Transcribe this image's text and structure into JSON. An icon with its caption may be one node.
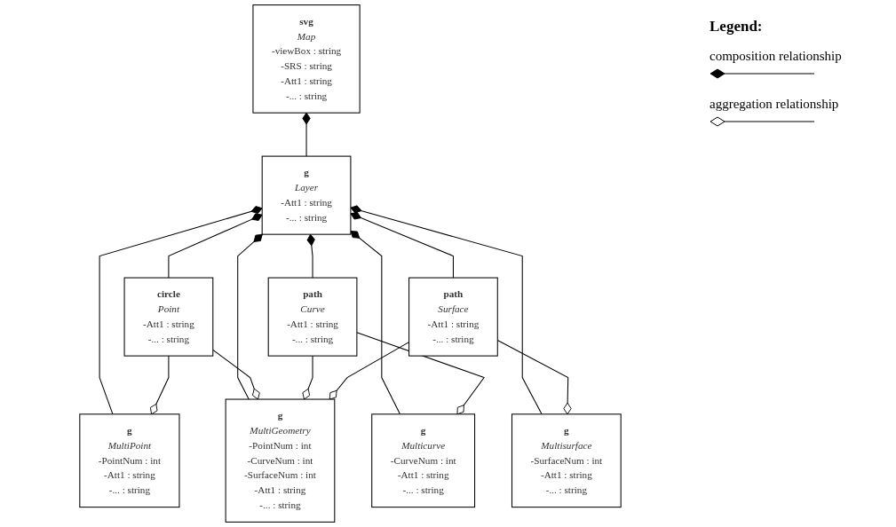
{
  "diagram": {
    "nodes": [
      {
        "text": [
          "svg",
          "Map",
          "-viewBox : string",
          "-SRS : string",
          "-Att1 : string",
          "-... : string"
        ]
      },
      {
        "text": [
          "g",
          "Layer",
          "-Att1 : string",
          "-... : string"
        ]
      },
      {
        "text": [
          "circle",
          "Point",
          "-Att1 : string",
          "-... : string"
        ]
      },
      {
        "text": [
          "path",
          "Curve",
          "-Att1 : string",
          "-... : string"
        ]
      },
      {
        "text": [
          "path",
          "Surface",
          "-Att1 : string",
          "-... : string"
        ]
      },
      {
        "text": [
          "g",
          "Multisurface",
          "-SurfaceNum : int",
          "-Att1 : string",
          "-... : string"
        ]
      },
      {
        "text": [
          "g",
          "MultiPoint",
          "-PointNum : int",
          "-Att1 : string",
          "-... : string"
        ]
      },
      {
        "text": [
          "g",
          "Multicurve",
          "-CurveNum : int",
          "-Att1 : string",
          "-... : string"
        ]
      },
      {
        "text": [
          "g",
          "MultiGeometry",
          "-PointNum : int",
          "-CurveNum : int",
          "-SurfaceNum : int",
          "-Att1 : string",
          "-... : string"
        ]
      }
    ],
    "edges": [
      {
        "from": 0,
        "to": 1,
        "arrow": "other"
      },
      {
        "from": 1,
        "to": 2,
        "arrow": "other"
      },
      {
        "from": 1,
        "to": 6,
        "arrow": "other"
      },
      {
        "from": 1,
        "to": 3,
        "arrow": "other"
      },
      {
        "from": 1,
        "to": 7,
        "arrow": "other"
      },
      {
        "from": 1,
        "to": 4,
        "arrow": "other"
      },
      {
        "from": 1,
        "to": 5,
        "arrow": "other"
      },
      {
        "from": 1,
        "to": 8,
        "arrow": "other"
      },
      {
        "from": 2,
        "to": 6,
        "arrow": "other"
      },
      {
        "from": 2,
        "to": 8,
        "arrow": "other"
      },
      {
        "from": 3,
        "to": 7,
        "arrow": "other"
      },
      {
        "from": 3,
        "to": 8,
        "arrow": "other"
      },
      {
        "from": 4,
        "to": 5,
        "arrow": "other"
      },
      {
        "from": 4,
        "to": 8,
        "arrow": "other"
      }
    ],
    "labels": [
      "Legend:"
    ],
    "legend": [
      {
        "text": "composition relationship"
      },
      {
        "text": "aggregation relationship"
      }
    ]
  }
}
